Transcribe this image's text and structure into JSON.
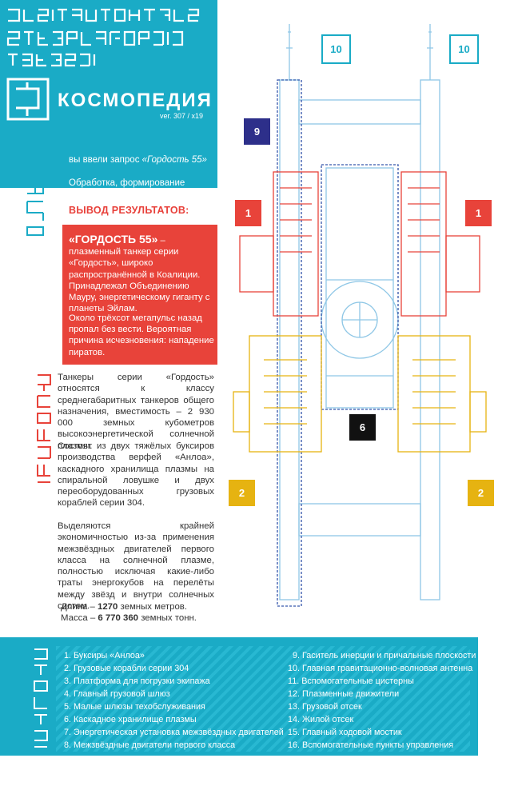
{
  "header": {
    "logo_word": "КОСМОПЕДИЯ",
    "version": "ver. 307 / x19"
  },
  "query": {
    "line1_prefix": "вы ввели запрос ",
    "line1_query": "«Гордость 55»",
    "line2": "Обработка, формирование ссылок..."
  },
  "results": {
    "title": "ВЫВОД РЕЗУЛЬТАТОВ:",
    "name": "«ГОРДОСТЬ 55»",
    "intro_rest": " – плазменный танкер серии «Гордость», широко распространённой в Коалиции. Принадлежал Объединению Мауру, энергетическому гиганту с планеты Эйлам.",
    "para2": "Около трёхсот мегапульс назад пропал без вести. Вероятная причина исчезновения: нападение пиратов."
  },
  "body": {
    "p1": "Танкеры серии «Гордость» относятся к классу среднегабаритных танкеров общего назначения, вместимость – 2 930 000 земных кубометров высокоэнергетической солнечной плазмы.",
    "p2": "Состоят из двух тяжёлых буксиров производства верфей «Анлоа», каскадного хранилища плазмы на спиральной ловушке и двух переоборудованных грузовых кораблей серии 304.",
    "p3": "Выделяются крайней экономичностью из-за применения межзвёздных двигателей первого класса на солнечной плазме, полностью исключая какие-либо траты энергокубов на перелёты между звёзд и внутри солнечных систем."
  },
  "specs": {
    "length_label": "Длина – ",
    "length_value": "1270",
    "length_unit": " земных метров.",
    "mass_label": "Масса – ",
    "mass_value": "6 770 360",
    "mass_unit": " земных тонн."
  },
  "legend": {
    "left": [
      "1. Буксиры «Анлоа»",
      "2. Грузовые корабли серии 304",
      "3. Платформа для погрузки экипажа",
      "4. Главный грузовой шлюз",
      "5. Малые шлюзы техобслуживания",
      "6. Каскадное хранилище плазмы",
      "7. Энергетическая установка межзвёздных двигателей",
      "8. Межзвёздные двигатели первого класса"
    ],
    "right": [
      "9. Гаситель инерции и причальные плоскости",
      "10. Главная гравитационно-волновая антенна",
      "11. Вспомогательные цистерны",
      "12. Плазменные движители",
      "13. Грузовой отсек",
      "14. Жилой отсек",
      "15. Главный ходовой мостик",
      "16. Вспомогательные пункты управления"
    ]
  },
  "callouts": {
    "c10a": "10",
    "c10b": "10",
    "c9": "9",
    "c1a": "1",
    "c1b": "1",
    "c6": "6",
    "c2a": "2",
    "c2b": "2"
  },
  "colors": {
    "cyan": "#1aabc6",
    "red": "#e8433a",
    "yellow": "#e6b311",
    "navy": "#2d2f8a",
    "blueprint": "#8fc7e6"
  }
}
